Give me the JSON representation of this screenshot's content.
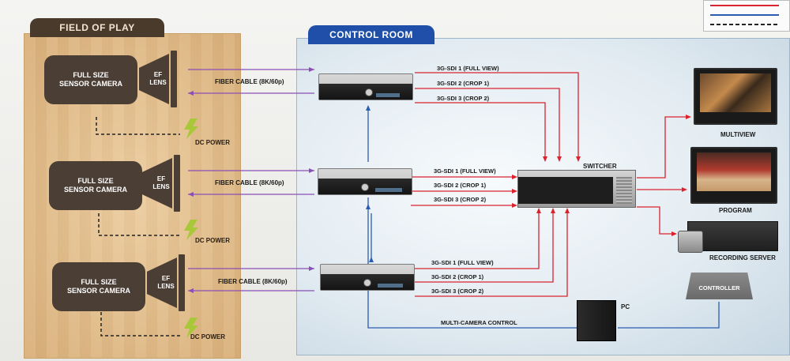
{
  "field": {
    "title": "FIELD OF PLAY",
    "cameras": [
      {
        "label_line1": "FULL SIZE",
        "label_line2": "SENSOR CAMERA",
        "lens_line1": "EF",
        "lens_line2": "LENS",
        "power": "DC POWER",
        "fiber": "FIBER CABLE (8K/60p)"
      },
      {
        "label_line1": "FULL SIZE",
        "label_line2": "SENSOR CAMERA",
        "lens_line1": "EF",
        "lens_line2": "LENS",
        "power": "DC POWER",
        "fiber": "FIBER CABLE (8K/60p)"
      },
      {
        "label_line1": "FULL SIZE",
        "label_line2": "SENSOR CAMERA",
        "lens_line1": "EF",
        "lens_line2": "LENS",
        "power": "DC POWER",
        "fiber": "FIBER CABLE (8K/60p)"
      }
    ]
  },
  "control": {
    "title": "CONTROL ROOM",
    "sdi_groups": [
      [
        "3G-SDI 1 (FULL VIEW)",
        "3G-SDI 2  (CROP 1)",
        "3G-SDI 3 (CROP 2)"
      ],
      [
        "3G-SDI 1 (FULL VIEW)",
        "3G-SDI 2  (CROP 1)",
        "3G-SDI 3 (CROP 2)"
      ],
      [
        "3G-SDI 1 (FULL VIEW)",
        "3G-SDI 2  (CROP 1)",
        "3G-SDI 3 (CROP 2)"
      ]
    ],
    "switcher": "SWITCHER",
    "multiview": "MULTIVIEW",
    "program": "PROGRAM",
    "recording": "RECORDING SERVER",
    "controller": "CONTROLLER",
    "pc": "PC",
    "multi_camera_control": "MULTI-CAMERA CONTROL"
  },
  "colors": {
    "fiber": "#8a4fb5",
    "sdi": "#d9232e",
    "control": "#2a5db0",
    "dc": "#222222",
    "bolt": "#a8c83a"
  }
}
